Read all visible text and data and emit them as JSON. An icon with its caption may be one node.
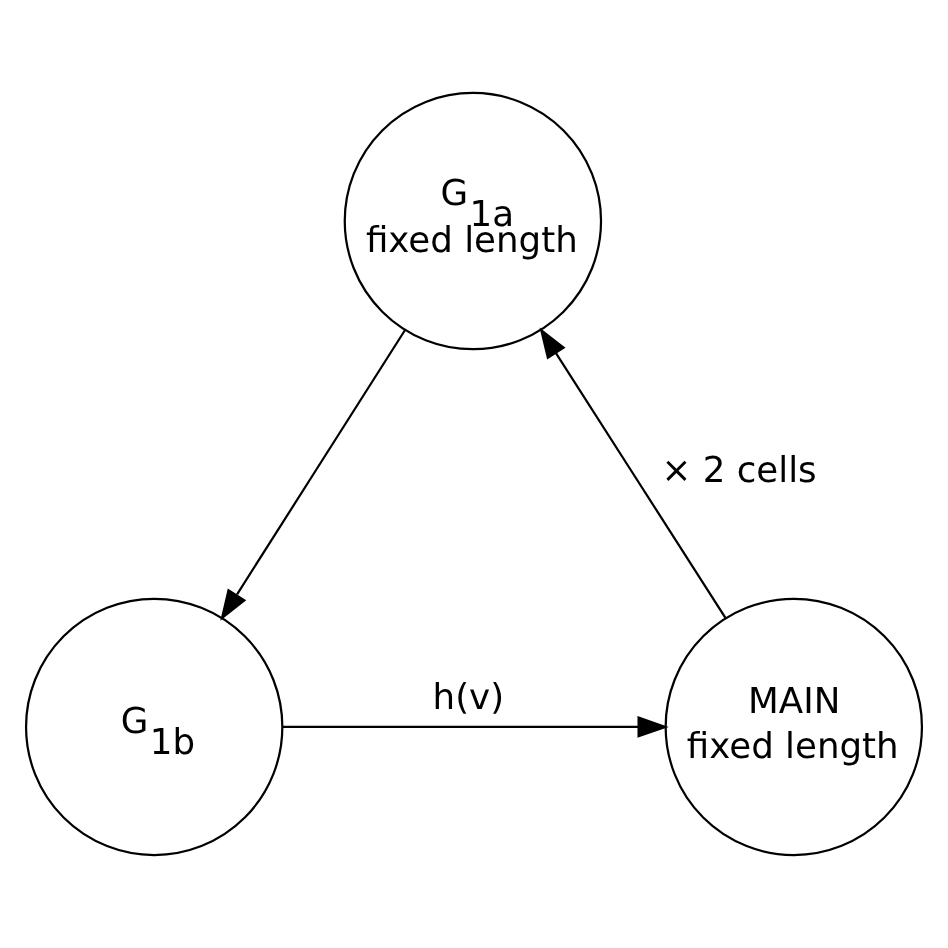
{
  "diagram": {
    "nodes": [
      {
        "text": [
          "G$_{1a}$",
          "fixed length"
        ]
      },
      {
        "text": [
          "G$_{1b}$"
        ]
      },
      {
        "text": [
          "MAIN",
          "fixed length"
        ]
      }
    ],
    "edges": [
      {
        "from": 2,
        "to": 0,
        "arrow": "to",
        "label": "× 2 cells"
      },
      {
        "from": 0,
        "to": 1,
        "arrow": "to"
      },
      {
        "from": 1,
        "to": 2,
        "arrow": "to",
        "label": "h(v)"
      }
    ]
  }
}
